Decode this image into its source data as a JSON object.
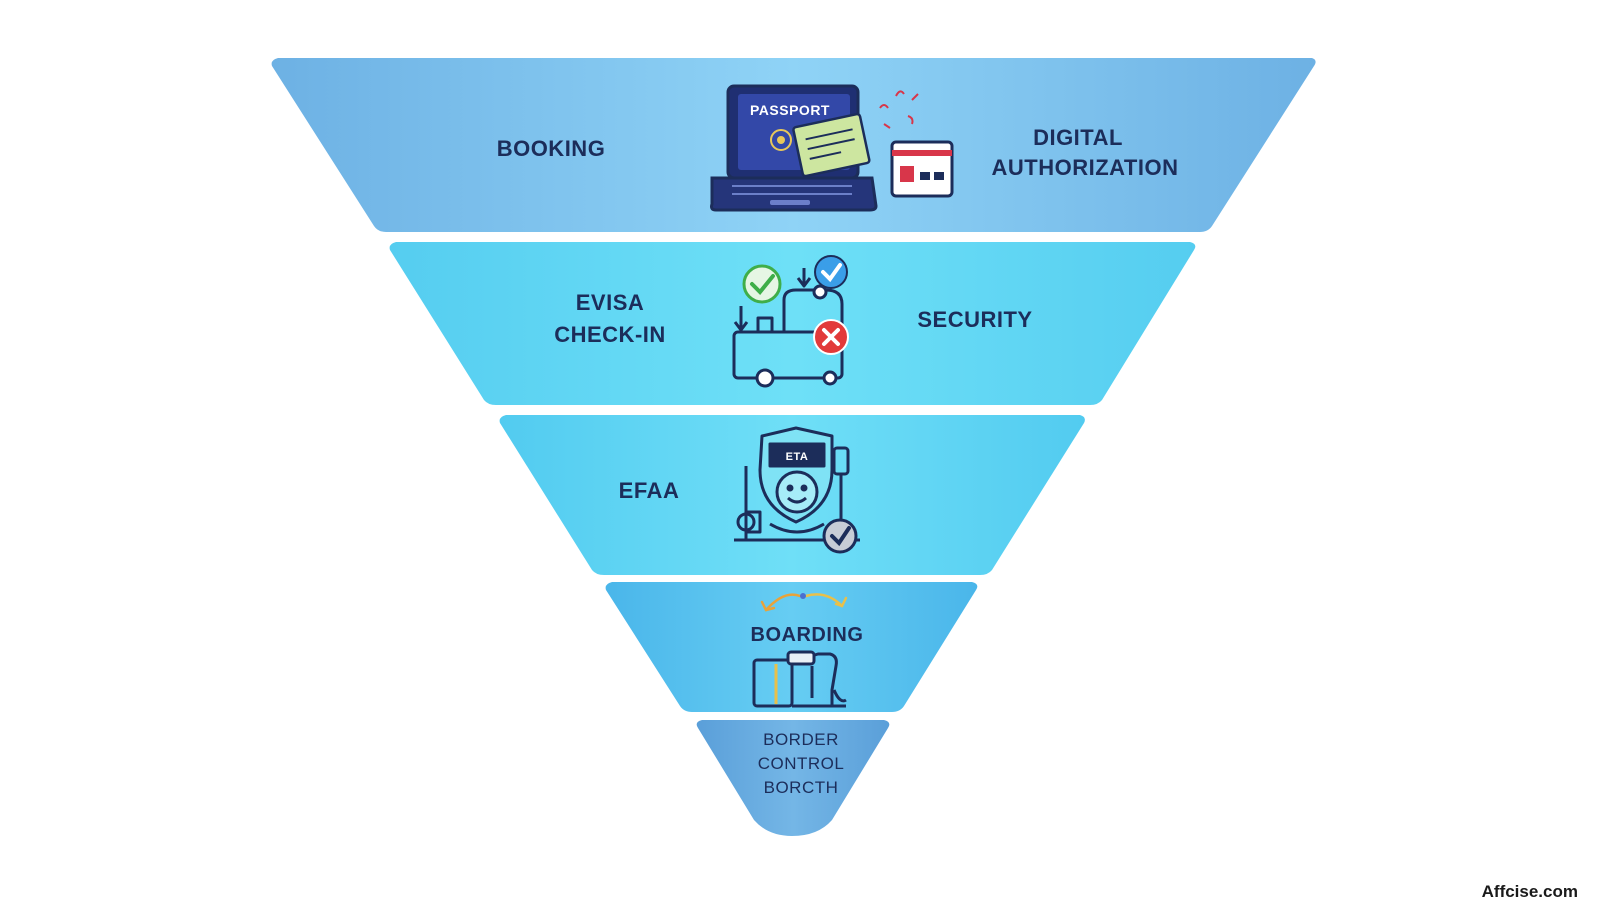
{
  "funnel": {
    "stages": [
      {
        "left_labels": [
          "BOOKING"
        ],
        "right_labels": [
          "DIGITAL",
          "AUTHORIZATION"
        ],
        "icon": "laptop-passport-icon",
        "icon_text": "PASSPORT",
        "color": "#7ec3ee"
      },
      {
        "left_labels": [
          "EVISA",
          "CHECK-IN"
        ],
        "right_labels": [
          "SECURITY"
        ],
        "icon": "luggage-cart-check-icon",
        "color": "#5cd3f2"
      },
      {
        "left_labels": [
          "EFAA"
        ],
        "right_labels": [],
        "icon": "officer-shield-icon",
        "icon_text": "ETA",
        "color": "#5ed4f3"
      },
      {
        "left_labels": [
          "BOARDING"
        ],
        "right_labels": [],
        "icon": "boarding-gate-icon",
        "color": "#55c2ee"
      },
      {
        "left_labels": [
          "BORDER",
          "CONTROL",
          "BORCTH"
        ],
        "right_labels": [],
        "icon": "",
        "color": "#6aaee0"
      }
    ]
  },
  "colors": {
    "outline": "#1c2d5a",
    "check_green": "#3fae49",
    "check_blue": "#3a9ee8",
    "cross_red": "#e23a3a"
  },
  "watermark": "Affcise.com"
}
